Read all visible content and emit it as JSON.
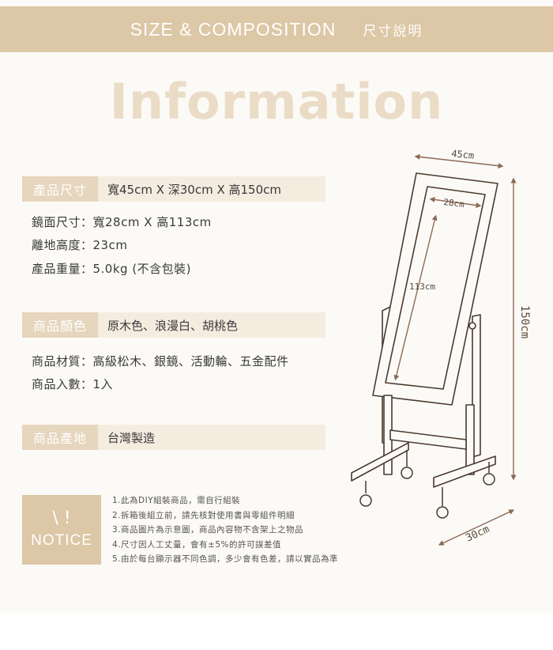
{
  "banner": {
    "title_en": "SIZE & COMPOSITION",
    "title_zh": "尺寸說明"
  },
  "heading": "Information",
  "specs": {
    "size": {
      "label": "產品尺寸",
      "value": "寬45cm X 深30cm X 高150cm"
    },
    "mirror_size": "鏡面尺寸：寬28cm X 高113cm",
    "ground_height": "離地高度：23cm",
    "weight": "產品重量：5.0kg (不含包裝)",
    "color": {
      "label": "商品顏色",
      "value": "原木色、浪漫白、胡桃色"
    },
    "material": "商品材質：高級松木、銀鏡、活動輪、五金配件",
    "quantity": "商品入數：1入",
    "origin": {
      "label": "商品產地",
      "value": "台灣製造"
    }
  },
  "notice": {
    "mark": "\\ !",
    "label": "NOTICE",
    "items": [
      "1.此為DIY組裝商品，需自行組裝",
      "2.拆箱後組立前，請先核對使用書與零組件明細",
      "3.商品圖片為示意圖，商品內容物不含架上之物品",
      "4.尺寸因人工丈量，會有±5%的許可誤差值",
      "5.由於每台顯示器不同色調，多少會有色差，請以實品為準"
    ]
  },
  "diagram": {
    "width_label": "45cm",
    "mirror_width_label": "28cm",
    "mirror_height_label": "113cm",
    "height_label": "150cm",
    "depth_label": "30cm",
    "line_color": "#4a3a30",
    "dim_color": "#8a6a55"
  }
}
